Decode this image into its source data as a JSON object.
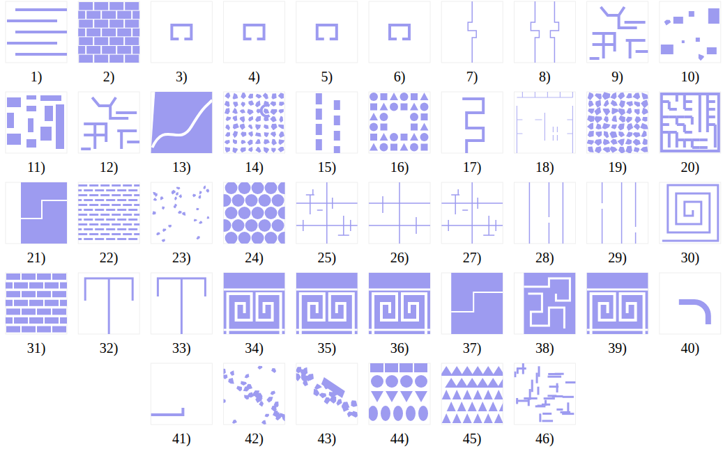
{
  "diagram": {
    "labels": [
      "1)",
      "2)",
      "3)",
      "4)",
      "5)",
      "6)",
      "7)",
      "8)",
      "9)",
      "10)",
      "11)",
      "12)",
      "13)",
      "14)",
      "15)",
      "16)",
      "17)",
      "18)",
      "19)",
      "20)",
      "21)",
      "22)",
      "23)",
      "24)",
      "25)",
      "26)",
      "27)",
      "28)",
      "29)",
      "30)",
      "31)",
      "32)",
      "33)",
      "34)",
      "35)",
      "36)",
      "37)",
      "38)",
      "39)",
      "40)",
      "41)",
      "42)",
      "43)",
      "44)",
      "45)",
      "46)"
    ]
  }
}
